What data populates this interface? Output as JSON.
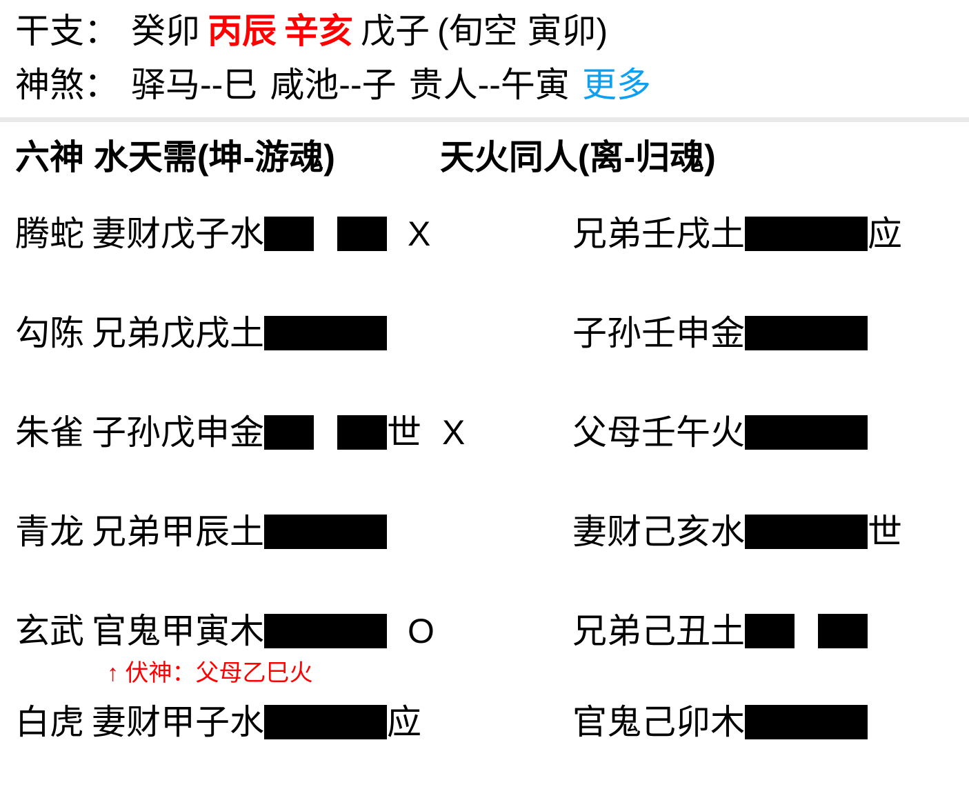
{
  "header": {
    "ganzhi": {
      "label": "干支：",
      "items": [
        {
          "text": "癸卯",
          "highlight": false
        },
        {
          "text": "丙辰",
          "highlight": true
        },
        {
          "text": "辛亥",
          "highlight": true
        },
        {
          "text": "戊子",
          "highlight": false
        }
      ],
      "xunkong": "(旬空 寅卯)"
    },
    "shensha": {
      "label": "神煞：",
      "items": [
        "驿马--巳",
        "咸池--子",
        "贵人--午寅"
      ],
      "more_label": "更多",
      "more_color": "#0ea0f0"
    }
  },
  "hexagram": {
    "liushen_label": "六神",
    "left_title": "水天需(坤-游魂)",
    "right_title": "天火同人(离-归魂)",
    "highlight_color": "#ff0000",
    "rows": [
      {
        "liushen": "腾蛇",
        "left_label": "妻财戊子水",
        "left_type": "yin",
        "left_mark": "",
        "left_change": "X",
        "right_label": "兄弟壬戌土",
        "right_type": "yang",
        "right_mark": "应",
        "fushen": ""
      },
      {
        "liushen": "勾陈",
        "left_label": "兄弟戊戌土",
        "left_type": "yang",
        "left_mark": "",
        "left_change": "",
        "right_label": "子孙壬申金",
        "right_type": "yang",
        "right_mark": "",
        "fushen": ""
      },
      {
        "liushen": "朱雀",
        "left_label": "子孙戊申金",
        "left_type": "yin",
        "left_mark": "世",
        "left_change": "X",
        "right_label": "父母壬午火",
        "right_type": "yang",
        "right_mark": "",
        "fushen": ""
      },
      {
        "liushen": "青龙",
        "left_label": "兄弟甲辰土",
        "left_type": "yang",
        "left_mark": "",
        "left_change": "",
        "right_label": "妻财己亥水",
        "right_type": "yang",
        "right_mark": "世",
        "fushen": ""
      },
      {
        "liushen": "玄武",
        "left_label": "官鬼甲寅木",
        "left_type": "yang",
        "left_mark": "",
        "left_change": "O",
        "right_label": "兄弟己丑土",
        "right_type": "yin",
        "right_mark": "",
        "fushen": "↑ 伏神：父母乙巳火"
      },
      {
        "liushen": "白虎",
        "left_label": "妻财甲子水",
        "left_type": "yang",
        "left_mark": "应",
        "left_change": "",
        "right_label": "官鬼己卯木",
        "right_type": "yang",
        "right_mark": "",
        "fushen": ""
      }
    ]
  }
}
